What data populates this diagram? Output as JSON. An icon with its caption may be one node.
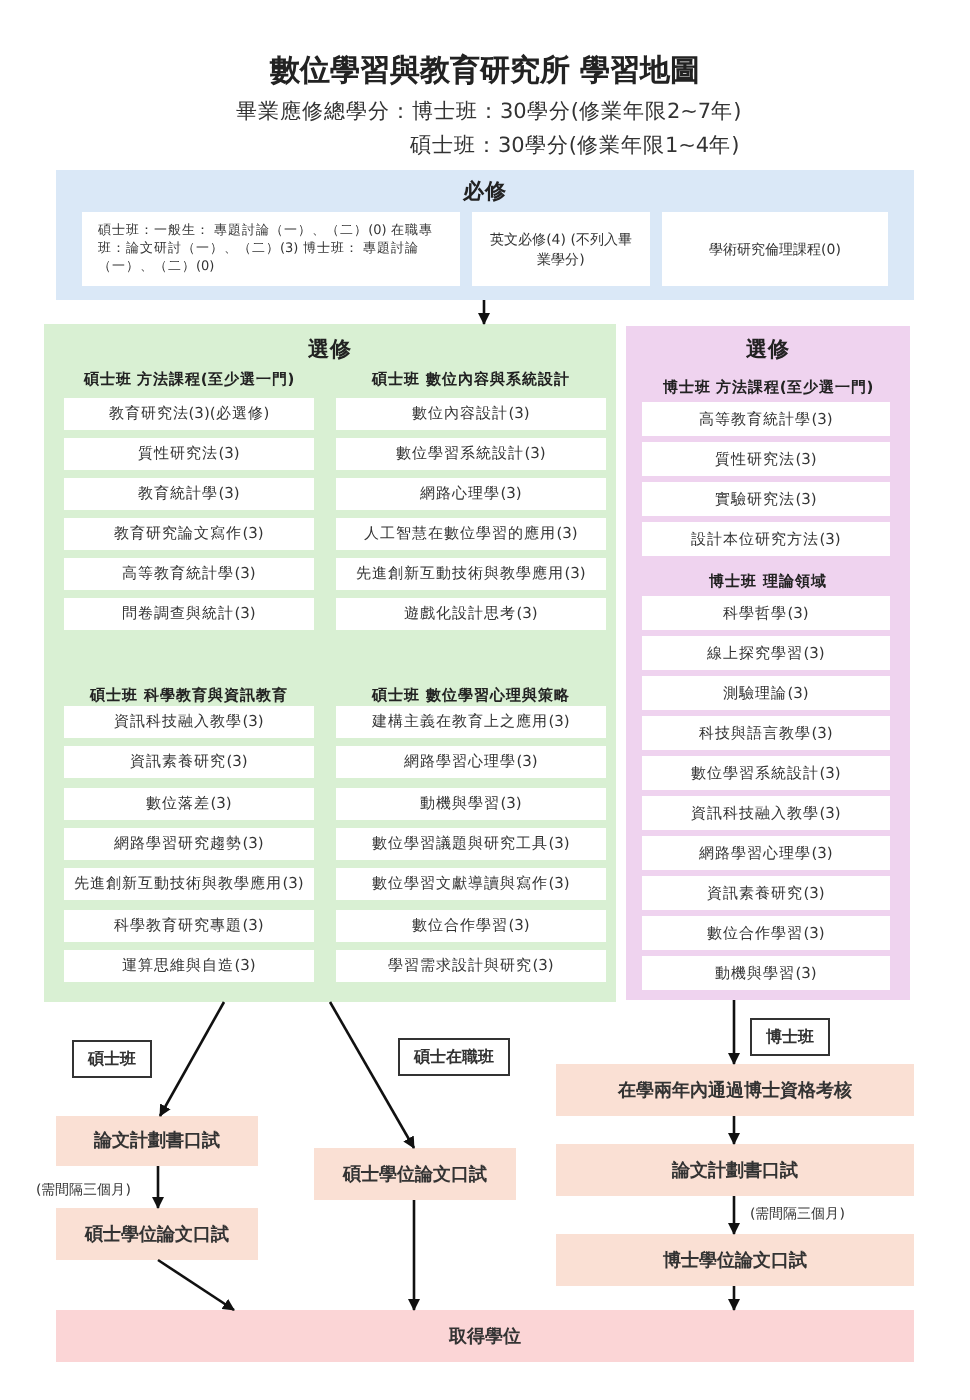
{
  "diagram": {
    "title": "數位學習與教育研究所 學習地圖",
    "labels": [
      "畢業應修總學分：博士班：30學分(修業年限2~7年)",
      "碩士班：30學分(修業年限1~4年)"
    ],
    "nodes": [
      {
        "text": [
          "必修"
        ]
      },
      {
        "text": [
          "碩士班：一般生： 專題討論（一）、（二）(0) 在職專班：論文研討（一）、（二）(3) 博士班： 專題討論（一）、（二）(0)"
        ],
        "in": 0
      },
      {
        "text": [
          "英文必修(4) (不列入畢業學分)"
        ],
        "in": 0
      },
      {
        "text": [
          "學術研究倫理課程(0)"
        ],
        "in": 0
      },
      {
        "text": [
          "選修",
          "碩士班 方法課程(至少選一門)",
          "碩士班 數位內容與系統設計",
          "碩士班 科學教育與資訊教育",
          "碩士班 數位學習心理與策略"
        ]
      },
      {
        "text": [
          "教育研究法(3)(必選修)"
        ],
        "in": 4
      },
      {
        "text": [
          "質性研究法(3)"
        ],
        "in": 4
      },
      {
        "text": [
          "教育統計學(3)"
        ],
        "in": 4
      },
      {
        "text": [
          "教育研究論文寫作(3)"
        ],
        "in": 4
      },
      {
        "text": [
          "高等教育統計學(3)"
        ],
        "in": 4
      },
      {
        "text": [
          "問卷調查與統計(3)"
        ],
        "in": 4
      },
      {
        "text": [
          "數位內容設計(3)"
        ],
        "in": 4
      },
      {
        "text": [
          "數位學習系統設計(3)"
        ],
        "in": 4
      },
      {
        "text": [
          "網路心理學(3)"
        ],
        "in": 4
      },
      {
        "text": [
          "人工智慧在數位學習的應用(3)"
        ],
        "in": 4
      },
      {
        "text": [
          "先進創新互動技術與教學應用(3)"
        ],
        "in": 4
      },
      {
        "text": [
          "遊戲化設計思考(3)"
        ],
        "in": 4
      },
      {
        "text": [
          "資訊科技融入教學(3)"
        ],
        "in": 4
      },
      {
        "text": [
          "資訊素養研究(3)"
        ],
        "in": 4
      },
      {
        "text": [
          "數位落差(3)"
        ],
        "in": 4
      },
      {
        "text": [
          "網路學習研究趨勢(3)"
        ],
        "in": 4
      },
      {
        "text": [
          "先進創新互動技術與教學應用(3)"
        ],
        "in": 4
      },
      {
        "text": [
          "科學教育研究專題(3)"
        ],
        "in": 4
      },
      {
        "text": [
          "運算思維與自造(3)"
        ],
        "in": 4
      },
      {
        "text": [
          "建構主義在教育上之應用(3)"
        ],
        "in": 4
      },
      {
        "text": [
          "網路學習心理學(3)"
        ],
        "in": 4
      },
      {
        "text": [
          "動機與學習(3)"
        ],
        "in": 4
      },
      {
        "text": [
          "數位學習議題與研究工具(3)"
        ],
        "in": 4
      },
      {
        "text": [
          "數位學習文獻導讀與寫作(3)"
        ],
        "in": 4
      },
      {
        "text": [
          "數位合作學習(3)"
        ],
        "in": 4
      },
      {
        "text": [
          "學習需求設計與研究(3)"
        ],
        "in": 4
      },
      {
        "text": [
          "選修",
          "博士班 方法課程(至少選一門)",
          "博士班 理論領域"
        ]
      },
      {
        "text": [
          "高等教育統計學(3)"
        ],
        "in": 31
      },
      {
        "text": [
          "質性研究法(3)"
        ],
        "in": 31
      },
      {
        "text": [
          "實驗研究法(3)"
        ],
        "in": 31
      },
      {
        "text": [
          "設計本位研究方法(3)"
        ],
        "in": 31
      },
      {
        "text": [
          "科學哲學(3)"
        ],
        "in": 31
      },
      {
        "text": [
          "線上探究學習(3)"
        ],
        "in": 31
      },
      {
        "text": [
          "測驗理論(3)"
        ],
        "in": 31
      },
      {
        "text": [
          "科技與語言教學(3)"
        ],
        "in": 31
      },
      {
        "text": [
          "數位學習系統設計(3)"
        ],
        "in": 31
      },
      {
        "text": [
          "資訊科技融入教學(3)"
        ],
        "in": 31
      },
      {
        "text": [
          "網路學習心理學(3)"
        ],
        "in": 31
      },
      {
        "text": [
          "資訊素養研究(3)"
        ],
        "in": 31
      },
      {
        "text": [
          "數位合作學習(3)"
        ],
        "in": 31
      },
      {
        "text": [
          "動機與學習(3)"
        ],
        "in": 31
      },
      {
        "text": [
          "論文計劃書口試"
        ]
      },
      {
        "text": [
          "碩士學位論文口試"
        ]
      },
      {
        "text": [
          "碩士學位論文口試"
        ]
      },
      {
        "text": [
          "在學兩年內通過博士資格考核"
        ]
      },
      {
        "text": [
          "論文計劃書口試"
        ]
      },
      {
        "text": [
          "博士學位論文口試"
        ]
      },
      {
        "text": [
          "取得學位"
        ]
      }
    ],
    "edges": [
      {
        "from": 0,
        "to": 4,
        "arrow": "to"
      },
      {
        "from": 4,
        "to": 46,
        "arrow": "to",
        "label": "碩士班"
      },
      {
        "from": 4,
        "to": 48,
        "arrow": "to",
        "label": "碩士在職班"
      },
      {
        "from": 46,
        "to": 47,
        "arrow": "to",
        "label": "(需間隔三個月)"
      },
      {
        "from": 47,
        "to": 52,
        "arrow": "to"
      },
      {
        "from": 48,
        "to": 52,
        "arrow": "to"
      },
      {
        "from": 31,
        "to": 49,
        "arrow": "to",
        "label": "博士班"
      },
      {
        "from": 49,
        "to": 50,
        "arrow": "to"
      },
      {
        "from": 50,
        "to": 51,
        "arrow": "to",
        "label": "(需間隔三個月)"
      },
      {
        "from": 51,
        "to": 52,
        "arrow": "to"
      }
    ]
  }
}
